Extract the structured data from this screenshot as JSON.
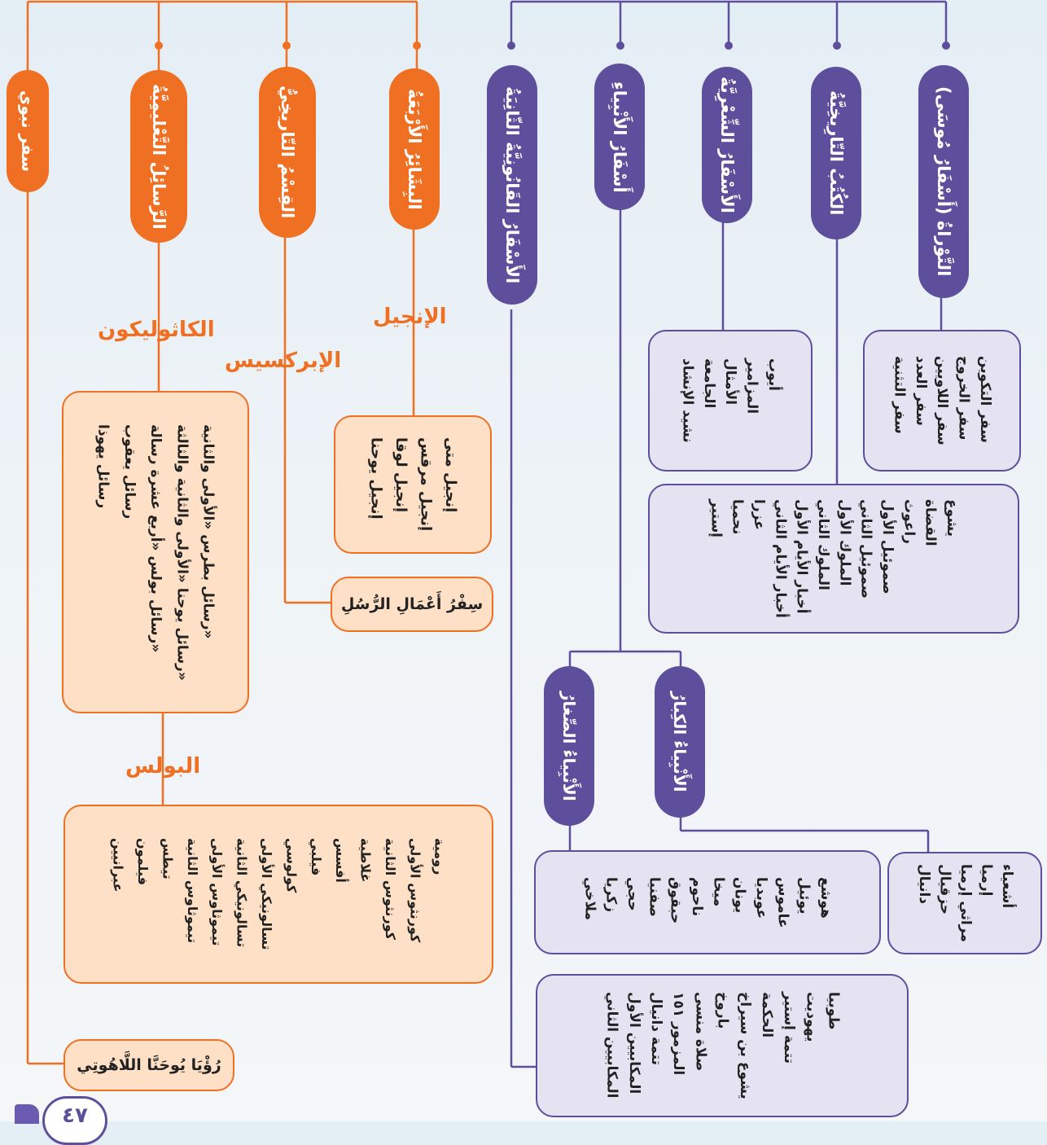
{
  "colors": {
    "new_testament": "#f07023",
    "old_testament": "#5d4f9c",
    "orange_box": "#fde0c6",
    "purple_box": "#e5e3f2"
  },
  "orange_headers": [
    {
      "id": "prophetic",
      "label": "سفر نبوي"
    },
    {
      "id": "epistles",
      "label": "الرَّسائِلُ التَّعْليمِيَّةُ"
    },
    {
      "id": "historical_nt",
      "label": "القِسْمُ التّاريخِيُّ"
    },
    {
      "id": "gospels",
      "label": "البِشَائِرُ الأَرْبَعَةُ"
    }
  ],
  "purple_headers": [
    {
      "id": "deutero",
      "label": "الأَسْفَارُ القَانُونِيَّةُ الثّانِيَةُ"
    },
    {
      "id": "prophets",
      "label": "أَسْفَارُ الأَنْبِياءِ"
    },
    {
      "id": "poetic",
      "label": "الأَسْفَارُ الشِّعْرِيَّةُ"
    },
    {
      "id": "historical_ot",
      "label": "الكُتُبُ التّارِيخِيَّةُ"
    },
    {
      "id": "torah",
      "label": "التَّوْراةُ (أَسْفَارُ مُوسَى)"
    }
  ],
  "sub_headers": {
    "minor_prophets": "الأَنْبِياءُ الصِّغارُ",
    "major_prophets": "الأَنْبِياءُ الكِبارُ"
  },
  "labels": {
    "gospel": "الإنجيل",
    "praxis": "الإبركسيس",
    "catholicon": "الكاثوليكون",
    "paulos": "البولس"
  },
  "gospels_list": [
    "إنجيل متى",
    "إنجيل مرقس",
    "إنجيل لوقا",
    "إنجيل يوحنا"
  ],
  "acts": "سِفْرُ أَعْمَالِ الرُّسُلِ",
  "catholic_epistles": [
    "رسائل بطرس «الأولى والثانية»",
    "رسائل يوحنا «الأولى والثانية والثالثة»",
    "رسائل بولس «أربع عشرة رسالة»",
    "رسائل يعقوب",
    "رسائل يهوذا"
  ],
  "pauline_epistles": [
    "رومية",
    "كورنثوس الأولى",
    "كورنثوس الثانية",
    "غلاطية",
    "أفسس",
    "فيلبي",
    "كولوسي",
    "تسالونيكي الأولى",
    "تسالونيكي الثانية",
    "تيموثاوس الأولى",
    "تيموثاوس الثانية",
    "تيطس",
    "فيلمون",
    "عبرانيين"
  ],
  "revelation": "رُؤْيَا يُوحَنَّا اللَّاهُوتِي",
  "torah_list": [
    "سفر التكوين",
    "سفر الخروج",
    "سفر اللاويين",
    "سفر العدد",
    "سفر التثنية"
  ],
  "poetic_list": [
    "أيوب",
    "المزامير",
    "الأمثال",
    "الجامعة",
    "نشيد الإنشاد"
  ],
  "historical_ot_list": [
    "يشوع",
    "القضاة",
    "راعوث",
    "صموئيل الأول",
    "صموئيل الثاني",
    "الملوك الأول",
    "الملوك الثاني",
    "أخبار الأيام الأول",
    "أخبار الأيام الثاني",
    "عزرا",
    "نحميا",
    "إستير"
  ],
  "minor_prophets_list": [
    "هوشع",
    "يوئيل",
    "عاموس",
    "عوبديا",
    "يونان",
    "ميخا",
    "ناحوم",
    "حبقوق",
    "صفنيا",
    "حجي",
    "زكريا",
    "ملاخي"
  ],
  "major_prophets_list": [
    "أشعياء",
    "إرميا",
    "مراثي إرميا",
    "حزقيال",
    "دانيال"
  ],
  "deutero_list": [
    "طوبيا",
    "يهوديت",
    "تتمة إستير",
    "الحكمة",
    "يشوع بن سيراخ",
    "باروخ",
    "صلاة منسى",
    "المزمور ١٥١",
    "تتمة دانيال",
    "المكابيين الأول",
    "المكابيين الثاني"
  ],
  "page_number": "٤٧"
}
